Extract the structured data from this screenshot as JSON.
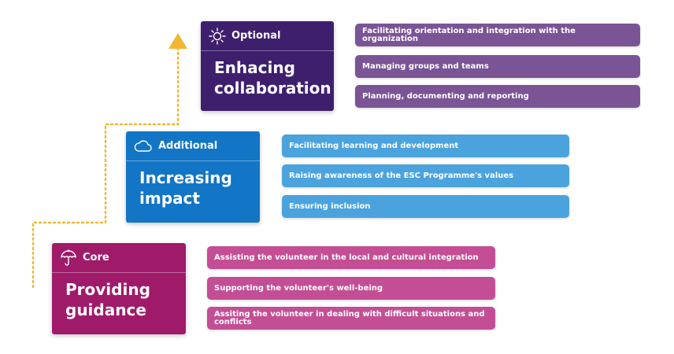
{
  "colors": {
    "optional_block": "#3e1f6e",
    "optional_pill": "#7b5496",
    "additional_block": "#1275c6",
    "additional_pill": "#4ba3de",
    "core_block": "#a01a6a",
    "core_pill": "#c44e95",
    "arrow": "#f2b632"
  },
  "levels": {
    "optional": {
      "icon": "sun-icon",
      "label": "Optional",
      "title": "Enhacing\ncollaboration",
      "items": [
        "Facilitating orientation and integration with the organization",
        "Managing groups and teams",
        "Planning, documenting and reporting"
      ]
    },
    "additional": {
      "icon": "cloud-icon",
      "label": "Additional",
      "title": "Increasing\nimpact",
      "items": [
        "Facilitating learning and development",
        "Raising awareness of the ESC Programme's values",
        "Ensuring inclusion"
      ]
    },
    "core": {
      "icon": "umbrella-icon",
      "label": "Core",
      "title": "Providing\nguidance",
      "items": [
        "Assisting the volunteer in the local and cultural integration",
        "Supporting the volunteer's well-being",
        "Assiting the volunteer in dealing with difficult situations and conflicts"
      ]
    }
  }
}
